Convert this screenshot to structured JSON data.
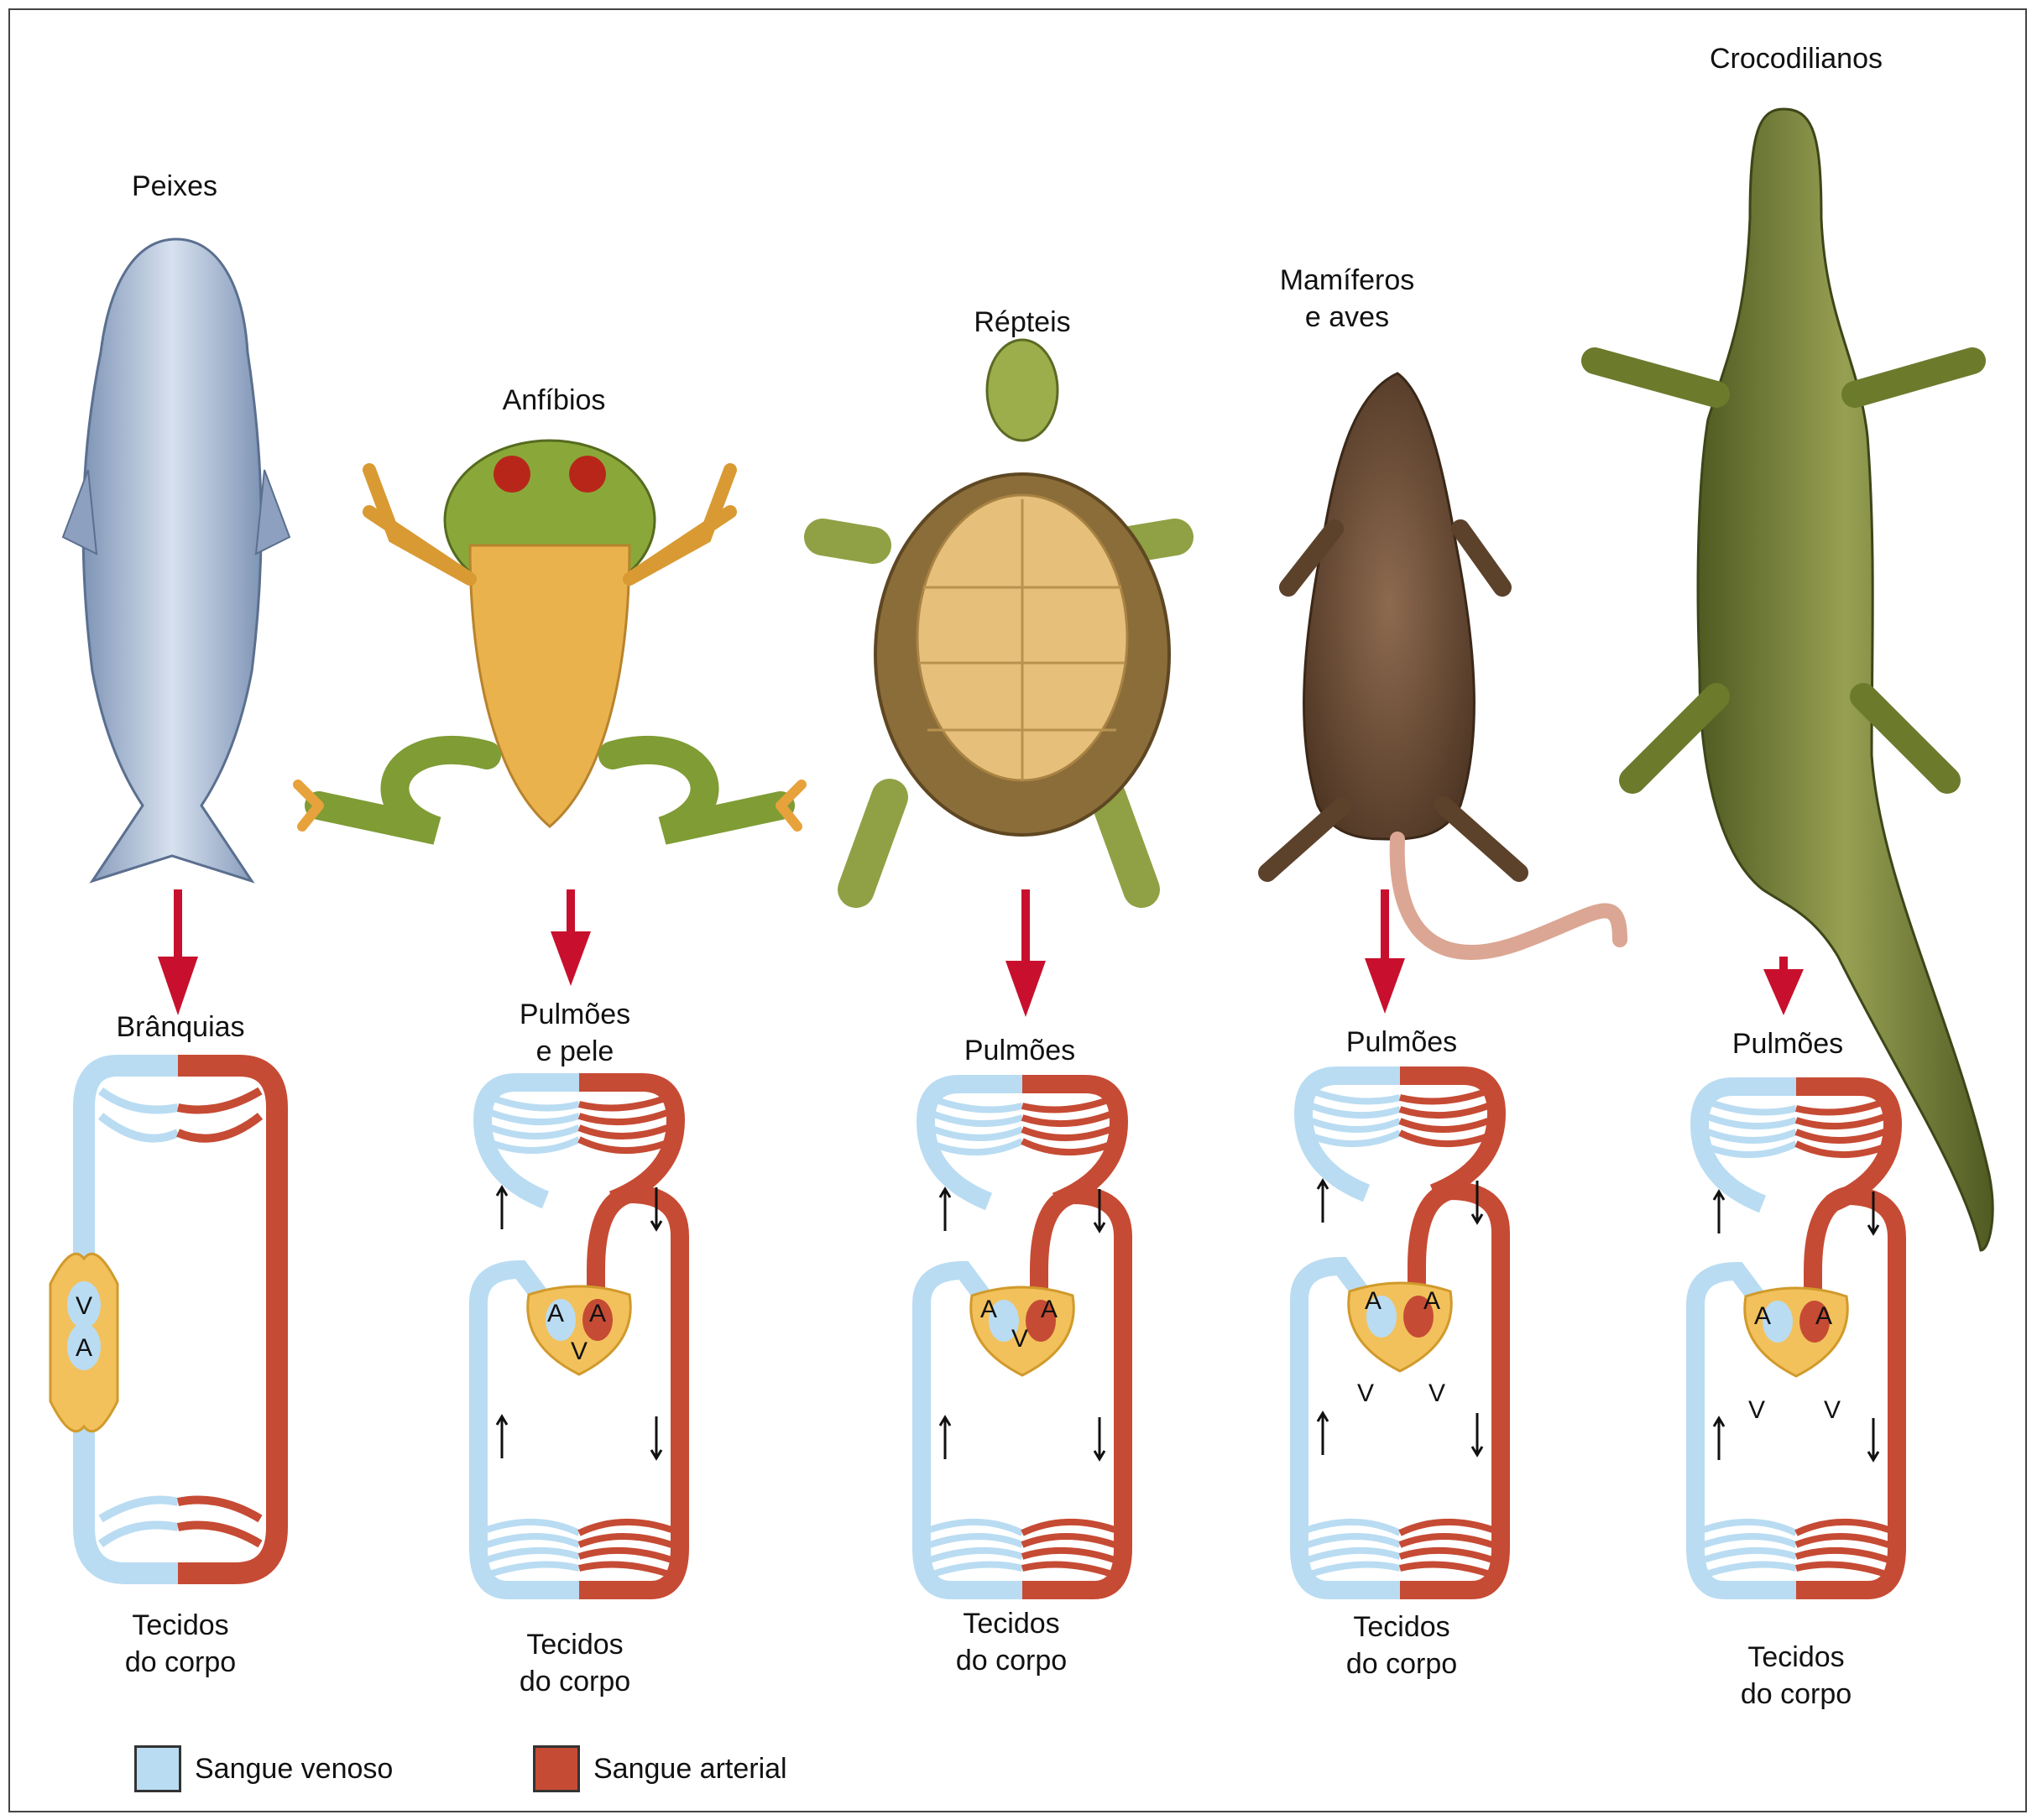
{
  "colors": {
    "venous": "#b9dcf2",
    "venous_stroke": "#6fa4cf",
    "arterial": "#c64b34",
    "arterial_stroke": "#8e2c1c",
    "arrow": "#c8102e",
    "heart": "#f2c15c"
  },
  "animals": [
    {
      "name": "Peixes",
      "organ": "Brânquias",
      "tissues": "Tecidos\ndo corpo",
      "heart": [
        "V",
        "A"
      ]
    },
    {
      "name": "Anfíbios",
      "organ": "Pulmões\ne pele",
      "tissues": "Tecidos\ndo corpo",
      "heart": [
        "A",
        "A",
        "V"
      ]
    },
    {
      "name": "Répteis",
      "organ": "Pulmões",
      "tissues": "Tecidos\ndo corpo",
      "heart": [
        "A",
        "V",
        "A"
      ]
    },
    {
      "name": "Mamíferos\ne aves",
      "organ": "Pulmões",
      "tissues": "Tecidos\ndo corpo",
      "heart": [
        "A",
        "A",
        "V",
        "V"
      ]
    },
    {
      "name": "Crocodilianos",
      "organ": "Pulmões",
      "tissues": "Tecidos\ndo corpo",
      "heart": [
        "A",
        "A",
        "V",
        "V"
      ]
    }
  ],
  "legend": {
    "venous_label": "Sangue venoso",
    "arterial_label": "Sangue arterial"
  }
}
